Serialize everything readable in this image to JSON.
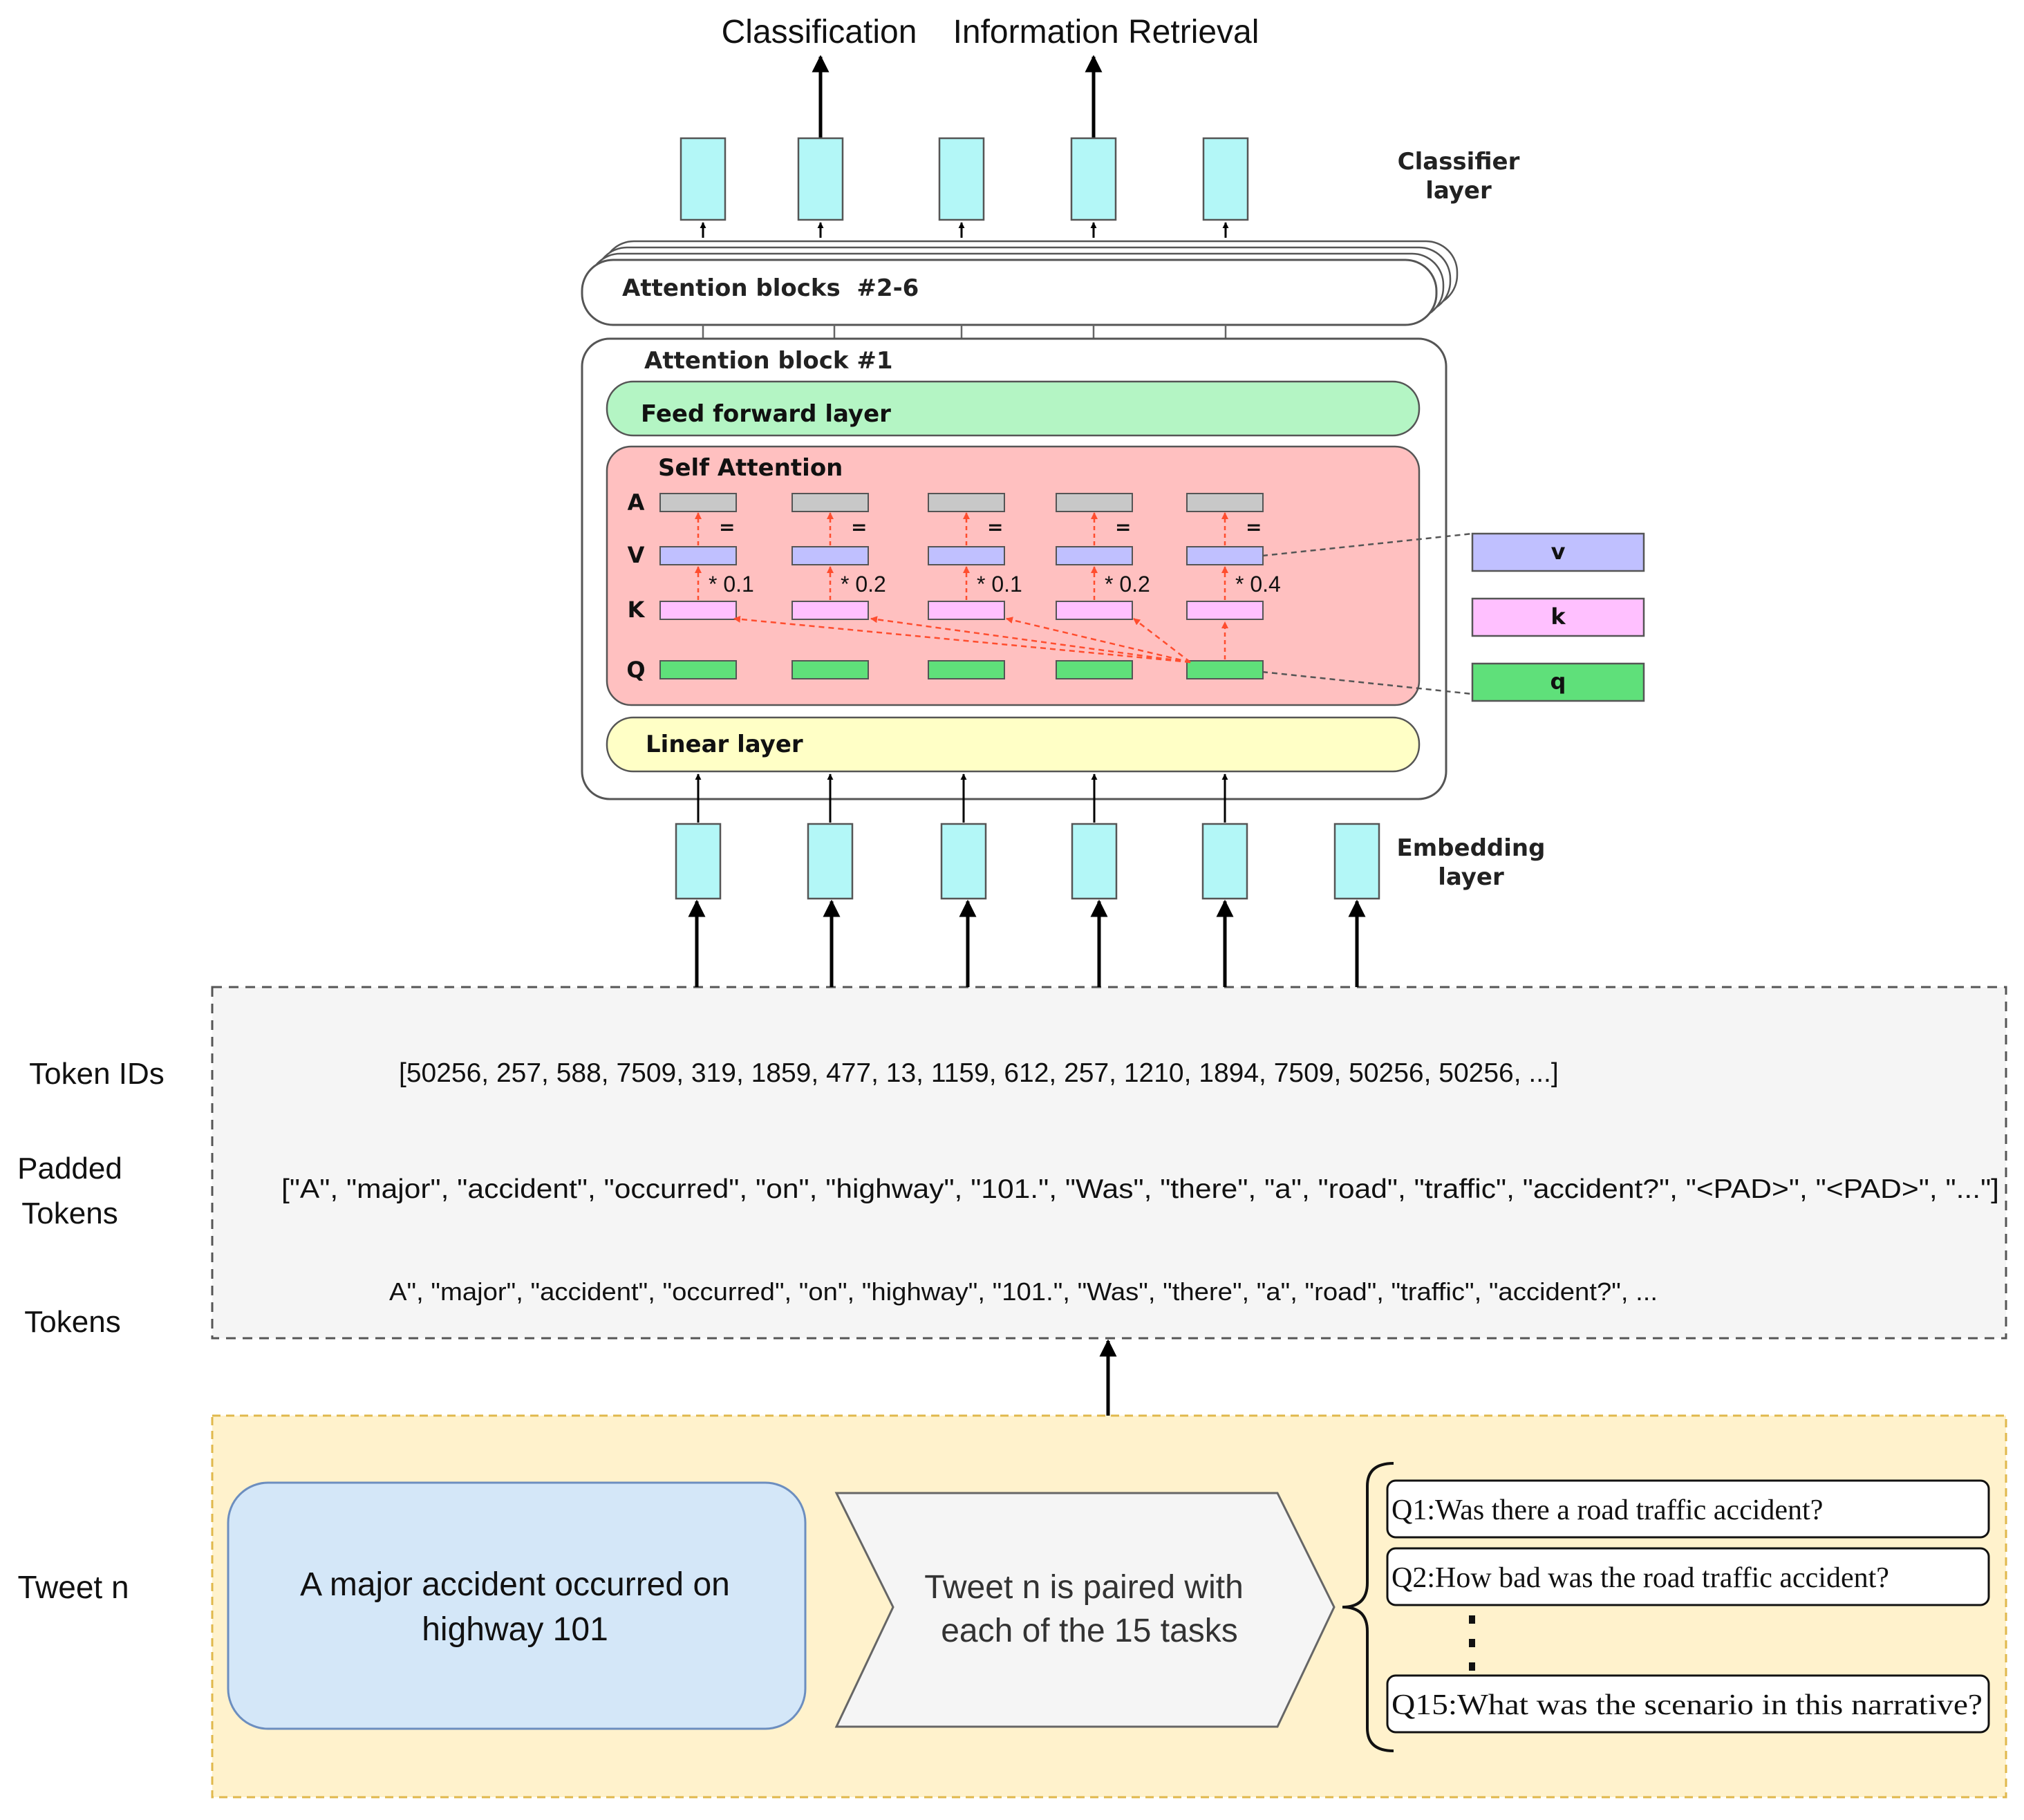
{
  "outputs": {
    "classification": "Classification",
    "information_retrieval": "Information Retrieval"
  },
  "classifier_layer": {
    "line1": "Classifier",
    "line2": "layer"
  },
  "attention_blocks_stack": {
    "label": "Attention blocks  #2-6"
  },
  "attention_block_1": {
    "label": "Attention block #1",
    "feed_forward": "Feed forward layer",
    "self_attention": "Self Attention",
    "linear_layer": "Linear layer",
    "row_labels": [
      "A",
      "V",
      "K",
      "Q"
    ],
    "equals": "=",
    "weights": [
      "* 0.1",
      "* 0.2",
      "* 0.1",
      "* 0.2",
      "* 0.4"
    ]
  },
  "vector_legend": {
    "v": "v",
    "k": "k",
    "q": "q"
  },
  "embedding_layer": {
    "line1": "Embedding",
    "line2": "layer"
  },
  "token_section": {
    "token_ids_label": "Token IDs",
    "token_ids": "[50256, 257, 588, 7509, 319, 1859, 477, 13, 1159, 612, 257, 1210, 1894, 7509, 50256, 50256, ...]",
    "padded_label_line1": "Padded",
    "padded_label_line2": "Tokens",
    "padded_tokens": "[\"A\", \"major\", \"accident\", \"occurred\", \"on\", \"highway\", \"101.\", \"Was\", \"there\", \"a\", \"road\", \"traffic\", \"accident?\", \"<PAD>\", \"<PAD>\", \"...\"]",
    "tokens_label": "Tokens",
    "tokens": "A\", \"major\", \"accident\", \"occurred\", \"on\", \"highway\", \"101.\", \"Was\", \"there\", \"a\", \"road\", \"traffic\", \"accident?\", ..."
  },
  "tweet_section": {
    "label": "Tweet n",
    "tweet_line1": "A major accident occurred on",
    "tweet_line2": "highway 101",
    "pairing_line1": "Tweet n is paired with",
    "pairing_line2": "each of the 15 tasks",
    "questions": [
      "Q1:Was there a road traffic accident?",
      "Q2:How bad was the road traffic accident?",
      "Q15:What was the scenario in this narrative?"
    ]
  },
  "colors": {
    "cyan_box": "#b3f7f7",
    "feed_forward": "#b4f5c4",
    "self_attention": "#ffc0c0",
    "linear_layer": "#ffffc6",
    "a_bar": "#c8c8c8",
    "v_bar": "#c0c0ff",
    "k_bar": "#ffc0ff",
    "q_bar": "#5fe07a",
    "tweet_box": "#d4e7f8",
    "tweet_bg": "#fff2cc",
    "token_bg": "#f5f5f5",
    "red_arrow": "#ff4d2e"
  }
}
